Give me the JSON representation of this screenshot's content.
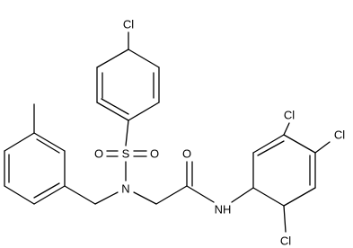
{
  "molecule": {
    "atoms": [
      {
        "id": "cl1",
        "label": "Cl"
      },
      {
        "id": "s",
        "label": "S"
      },
      {
        "id": "o1",
        "label": "O"
      },
      {
        "id": "o2",
        "label": "O"
      },
      {
        "id": "n1",
        "label": "N"
      },
      {
        "id": "o3",
        "label": "O"
      },
      {
        "id": "nh",
        "label": "NH"
      },
      {
        "id": "cl2",
        "label": "Cl"
      },
      {
        "id": "cl3",
        "label": "Cl"
      },
      {
        "id": "cl4",
        "label": "Cl"
      }
    ]
  }
}
